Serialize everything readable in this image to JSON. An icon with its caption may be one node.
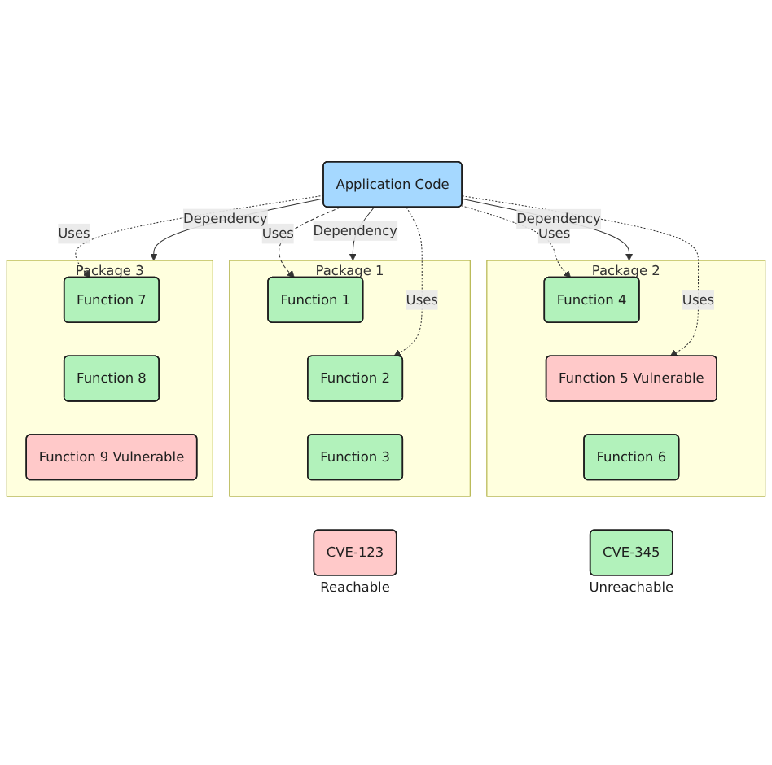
{
  "diagram": {
    "nodes": [
      {
        "text": [
          "Application Code"
        ]
      },
      {
        "text": [
          "Package 1"
        ]
      },
      {
        "text": [
          "Function 1"
        ],
        "in": 1
      },
      {
        "text": [
          "Function 2"
        ],
        "in": 1
      },
      {
        "text": [
          "Function 3"
        ],
        "in": 1
      },
      {
        "text": [
          "Package 2"
        ]
      },
      {
        "text": [
          "Function 4"
        ],
        "in": 5
      },
      {
        "text": [
          "Function 5 Vulnerable"
        ],
        "in": 5
      },
      {
        "text": [
          "Function 6"
        ],
        "in": 5
      },
      {
        "text": [
          "Package 3"
        ]
      },
      {
        "text": [
          "Function 7"
        ],
        "in": 9
      },
      {
        "text": [
          "Function 8"
        ],
        "in": 9
      },
      {
        "text": [
          "Function 9 Vulnerable"
        ],
        "in": 9
      },
      {
        "text": [
          "CVE-123"
        ],
        "beside": [
          "Reachable"
        ]
      },
      {
        "text": [
          "CVE-345"
        ],
        "beside": [
          "Unreachable"
        ]
      }
    ],
    "edges": [
      {
        "from": 0,
        "to": 1,
        "arrow": "to",
        "label": "Dependency"
      },
      {
        "from": 0,
        "to": 2,
        "arrow": "to",
        "label": "Uses",
        "style": "dashed"
      },
      {
        "from": 0,
        "to": 3,
        "arrow": "to",
        "label": "Uses",
        "style": "dashed"
      },
      {
        "from": 0,
        "to": 5,
        "arrow": "to",
        "label": "Dependency"
      },
      {
        "from": 0,
        "to": 6,
        "arrow": "to",
        "label": "Uses",
        "style": "dashed"
      },
      {
        "from": 0,
        "to": 7,
        "arrow": "to",
        "label": "Uses",
        "style": "dashed"
      },
      {
        "from": 0,
        "to": 9,
        "arrow": "to",
        "label": "Dependency"
      },
      {
        "from": 0,
        "to": 10,
        "arrow": "to",
        "label": "Uses",
        "style": "dashed"
      }
    ]
  }
}
